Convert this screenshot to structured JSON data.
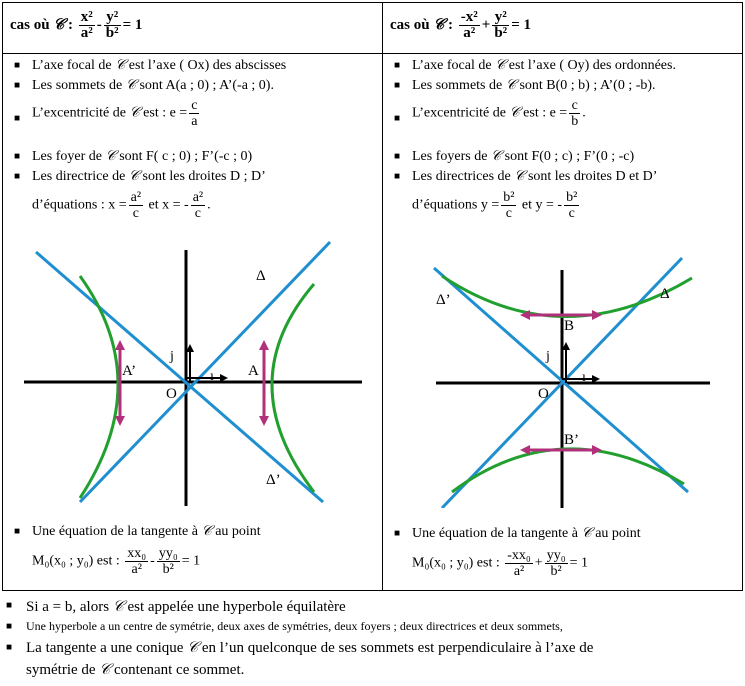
{
  "left": {
    "header_prefix": "cas où",
    "conic_symbol": "𝒞",
    "header_eq": {
      "t1n": "x²",
      "t1d": "a²",
      "op": "-",
      "t2n": "y²",
      "t2d": "b²",
      "rhs": "= 1"
    },
    "lines": [
      {
        "a": "L’axe focal de",
        "b": "est l’axe ( Ox) des abscisses"
      },
      {
        "a": "Les sommets de",
        "b": "sont A(a ; 0) ; A’(-a ; 0)."
      },
      {
        "a": "L’excentricité de",
        "b": "est :  e =",
        "fn": "c",
        "fd": "a"
      },
      {
        "a": "Les foyer de",
        "b": "sont F( c ; 0) ; F’(-c ; 0)"
      },
      {
        "a": "Les directrice de",
        "b": "sont   les droites   D ; D’"
      }
    ],
    "directrix_eq": {
      "a": "d’équations :  x =",
      "n1": "a²",
      "d1": "c",
      "mid": "et   x = -",
      "n2": "a²",
      "d2": "c",
      "end": "."
    },
    "graph_labels": {
      "delta": "Δ",
      "delta_p": "Δ’",
      "A": "A",
      "Ap": "A’",
      "O": "O",
      "i": "ı",
      "j": "j"
    },
    "tangent": {
      "line1a": "Une équation de la tangente à",
      "line1b": "au point",
      "pt": "M₀(x₀ ; y₀) est :",
      "n1": "xx₀",
      "d1": "a²",
      "op": "-",
      "n2": "yy₀",
      "d2": "b²",
      "rhs": "= 1"
    }
  },
  "right": {
    "header_prefix": "cas où",
    "header_eq": {
      "t1n": "-x²",
      "t1d": "a²",
      "op": "+",
      "t2n": "y²",
      "t2d": "b²",
      "rhs": "= 1"
    },
    "lines": [
      {
        "a": "L’axe focal de",
        "b": "est l’axe ( Oy) des ordonnées."
      },
      {
        "a": "Les sommets de",
        "b": "sont B(0 ; b) ; A’(0 ; -b)."
      },
      {
        "a": "L’excentricité de",
        "b": "est :  e =",
        "fn": "c",
        "fd": "b",
        "end": "."
      },
      {
        "a": "Les foyers de",
        "b": "sont  F(0 ; c) ; F’(0 ; -c)"
      },
      {
        "a": "Les directrices de",
        "b": "sont   les droites D et D’"
      }
    ],
    "directrix_eq": {
      "a": "d’équations  y =",
      "n1": "b²",
      "d1": "c",
      "mid": "et y = -",
      "n2": "b²",
      "d2": "c"
    },
    "graph_labels": {
      "delta": "Δ",
      "delta_p": "Δ’",
      "B": "B",
      "Bp": "B’",
      "O": "O",
      "i": "ı",
      "j": "j"
    },
    "tangent": {
      "line1a": "Une équation de la tangente à",
      "line1b": "au point",
      "pt": "M₀(x₀ ; y₀) est :",
      "n1": "-xx₀",
      "d1": "a²",
      "op": "+",
      "n2": "yy₀",
      "d2": "b²",
      "rhs": "= 1"
    }
  },
  "footer": [
    {
      "a": "Si a = b, alors",
      "b": "est appelée une hyperbole équilatère"
    },
    {
      "a": "Une hyperbole a un centre de symétrie, deux axes de symétries, deux foyers ; deux directrices et deux sommets,"
    },
    {
      "a": "La tangente a une conique",
      "b": "en l’un quelconque de ses sommets est perpendiculaire à l’axe de",
      "c": "symétrie de",
      "d": "contenant ce sommet."
    }
  ],
  "colors": {
    "asymptote": "#1f8fd0",
    "branch": "#22a02f",
    "vertex_arrow": "#b0307a"
  }
}
